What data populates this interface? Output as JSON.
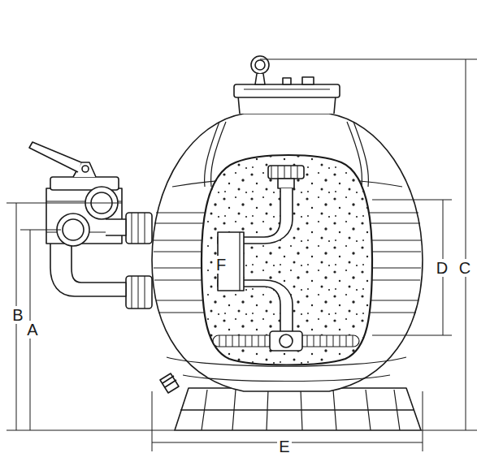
{
  "diagram": {
    "labels": [
      "F",
      "D",
      "C",
      "B",
      "A",
      "E"
    ]
  }
}
